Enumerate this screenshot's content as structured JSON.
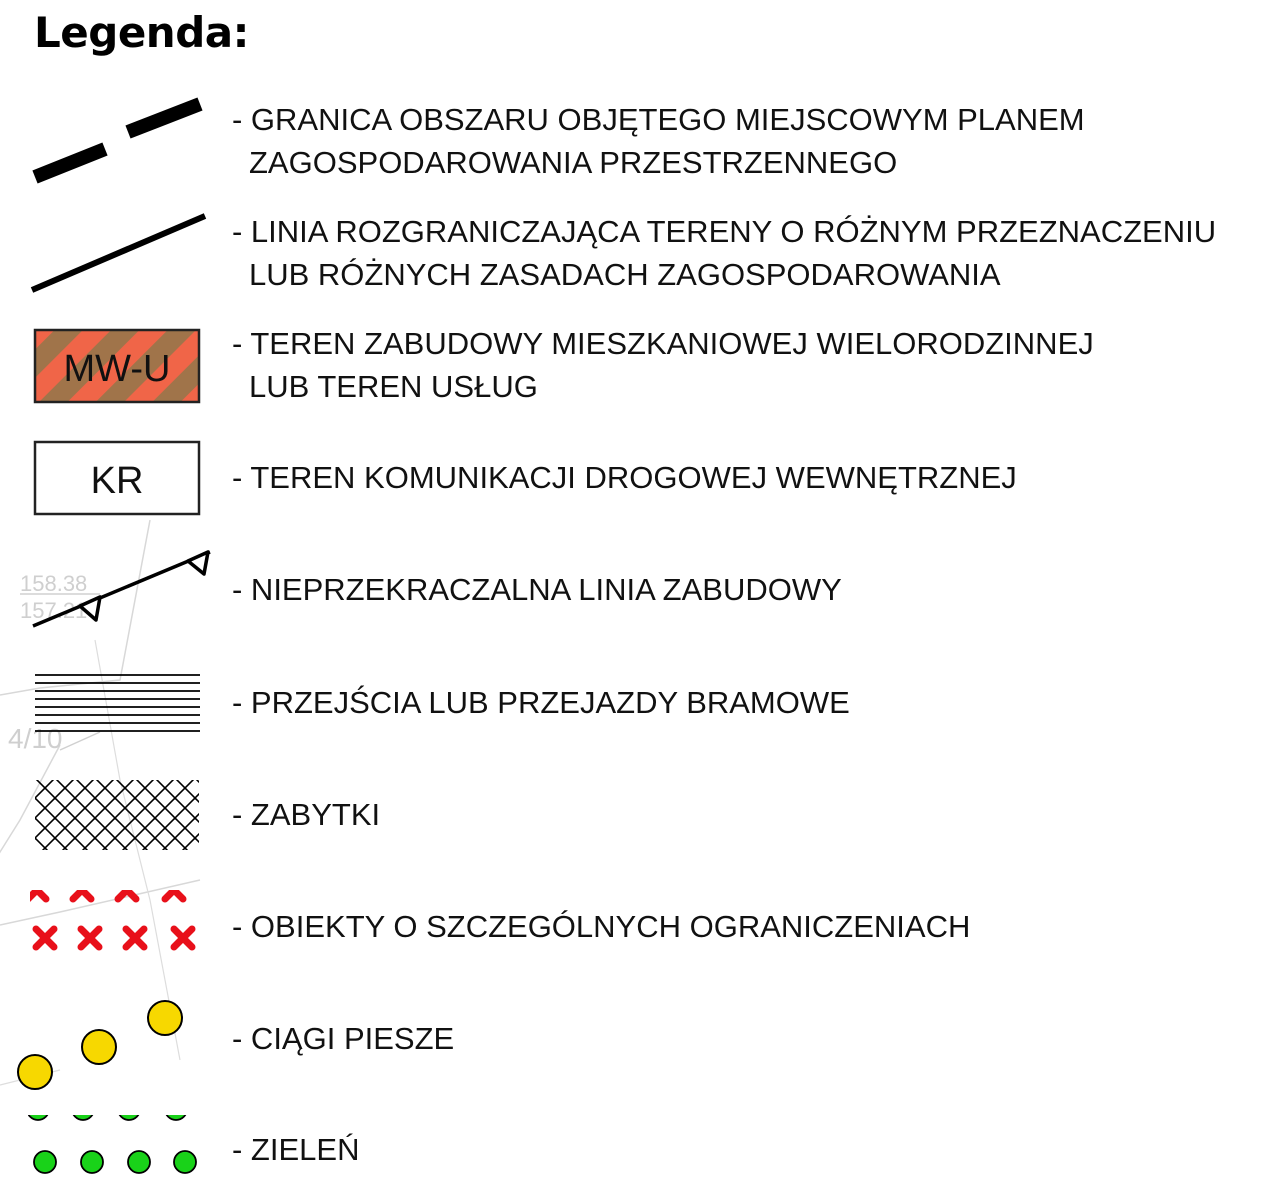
{
  "legend": {
    "title": "Legenda:",
    "items": [
      {
        "id": "granica",
        "line1": "- GRANICA OBSZARU OBJĘTEGO MIEJSCOWYM PLANEM",
        "line2": "ZAGOSPODAROWANIA PRZESTRZENNEGO"
      },
      {
        "id": "linia-rozgraniczajaca",
        "line1": "- LINIA ROZGRANICZAJĄCA TERENY O RÓŻNYM PRZEZNACZENIU",
        "line2": "LUB RÓŻNYCH ZASADACH ZAGOSPODAROWANIA"
      },
      {
        "id": "mw-u",
        "symbol_label": "MW-U",
        "line1": "- TEREN ZABUDOWY MIESZKANIOWEJ WIELORODZINNEJ",
        "line2": "LUB TEREN USŁUG"
      },
      {
        "id": "kr",
        "symbol_label": "KR",
        "line1": "- TEREN KOMUNIKACJI DROGOWEJ WEWNĘTRZNEJ"
      },
      {
        "id": "linia-zabudowy",
        "line1": "- NIEPRZEKRACZALNA LINIA ZABUDOWY"
      },
      {
        "id": "przejscia",
        "line1": "- PRZEJŚCIA LUB PRZEJAZDY BRAMOWE"
      },
      {
        "id": "zabytki",
        "line1": "- ZABYTKI"
      },
      {
        "id": "obiekty",
        "line1": "- OBIEKTY O SZCZEGÓLNYCH OGRANICZENIACH"
      },
      {
        "id": "ciagi-piesze",
        "line1": "- CIĄGI PIESZE"
      },
      {
        "id": "zielen",
        "line1": "- ZIELEŃ"
      }
    ]
  },
  "background_map_labels": [
    "158.38",
    "157.21",
    "4/10"
  ],
  "colors": {
    "mwu_brown": "#a0744a",
    "mwu_orange": "#f06548",
    "red_x": "#e8101a",
    "yellow": "#f7d800",
    "green": "#19d219",
    "faint": "#d6d6d6"
  }
}
